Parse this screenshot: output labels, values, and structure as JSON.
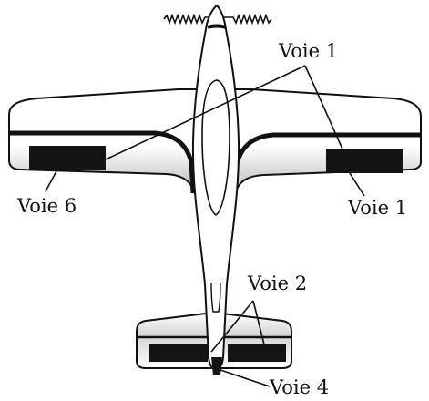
{
  "diagram": {
    "labels": {
      "voie1_top": "Voie 1",
      "voie1_right": "Voie 1",
      "voie6": "Voie 6",
      "voie2": "Voie 2",
      "voie4": "Voie 4"
    },
    "colors": {
      "ink": "#111111",
      "surface": "#ffffff",
      "shading": "#b8b8b8",
      "control_surface": "#141414"
    }
  }
}
